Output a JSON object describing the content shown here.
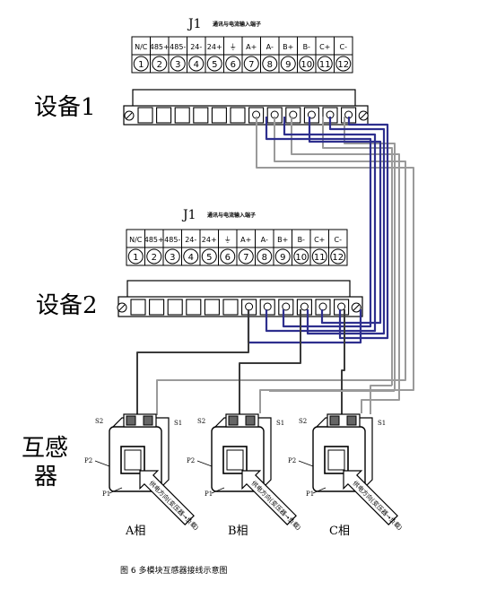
{
  "blocks": [
    {
      "title": "J1",
      "subtitle": "通讯与电流输入端子",
      "terminals": [
        "N/C",
        "485+",
        "485-",
        "24-",
        "24+",
        "⏚",
        "A+",
        "A-",
        "B+",
        "B-",
        "C+",
        "C-"
      ],
      "numbers": [
        "1",
        "2",
        "3",
        "4",
        "5",
        "6",
        "7",
        "8",
        "9",
        "10",
        "11",
        "12"
      ],
      "device_label": "设备1"
    },
    {
      "title": "J1",
      "subtitle": "通讯与电流输入端子",
      "terminals": [
        "N/C",
        "485+",
        "485-",
        "24-",
        "24+",
        "⏚",
        "A+",
        "A-",
        "B+",
        "B-",
        "C+",
        "C-"
      ],
      "numbers": [
        "1",
        "2",
        "3",
        "4",
        "5",
        "6",
        "7",
        "8",
        "9",
        "10",
        "11",
        "12"
      ],
      "device_label": "设备2"
    }
  ],
  "transformer_group_label": [
    "互感",
    "器"
  ],
  "transformers": [
    {
      "phase": "A相",
      "s2": "S2",
      "s1": "S1",
      "p2": "P2",
      "p1": "P1",
      "arrow_text": "供电方向(变压器→负载)"
    },
    {
      "phase": "B相",
      "s2": "S2",
      "s1": "S1",
      "p2": "P2",
      "p1": "P1",
      "arrow_text": "供电方向(变压器→负载)"
    },
    {
      "phase": "C相",
      "s2": "S2",
      "s1": "S1",
      "p2": "P2",
      "p1": "P1",
      "arrow_text": "供电方向(变压器→负载)"
    }
  ],
  "caption": "图 6 多模块互感器接线示意图",
  "colors": {
    "blue_wire": "#2e2f8e",
    "gray_wire": "#9a9a9a",
    "dark_wire": "#3a3a3a",
    "stroke": "#000000"
  }
}
